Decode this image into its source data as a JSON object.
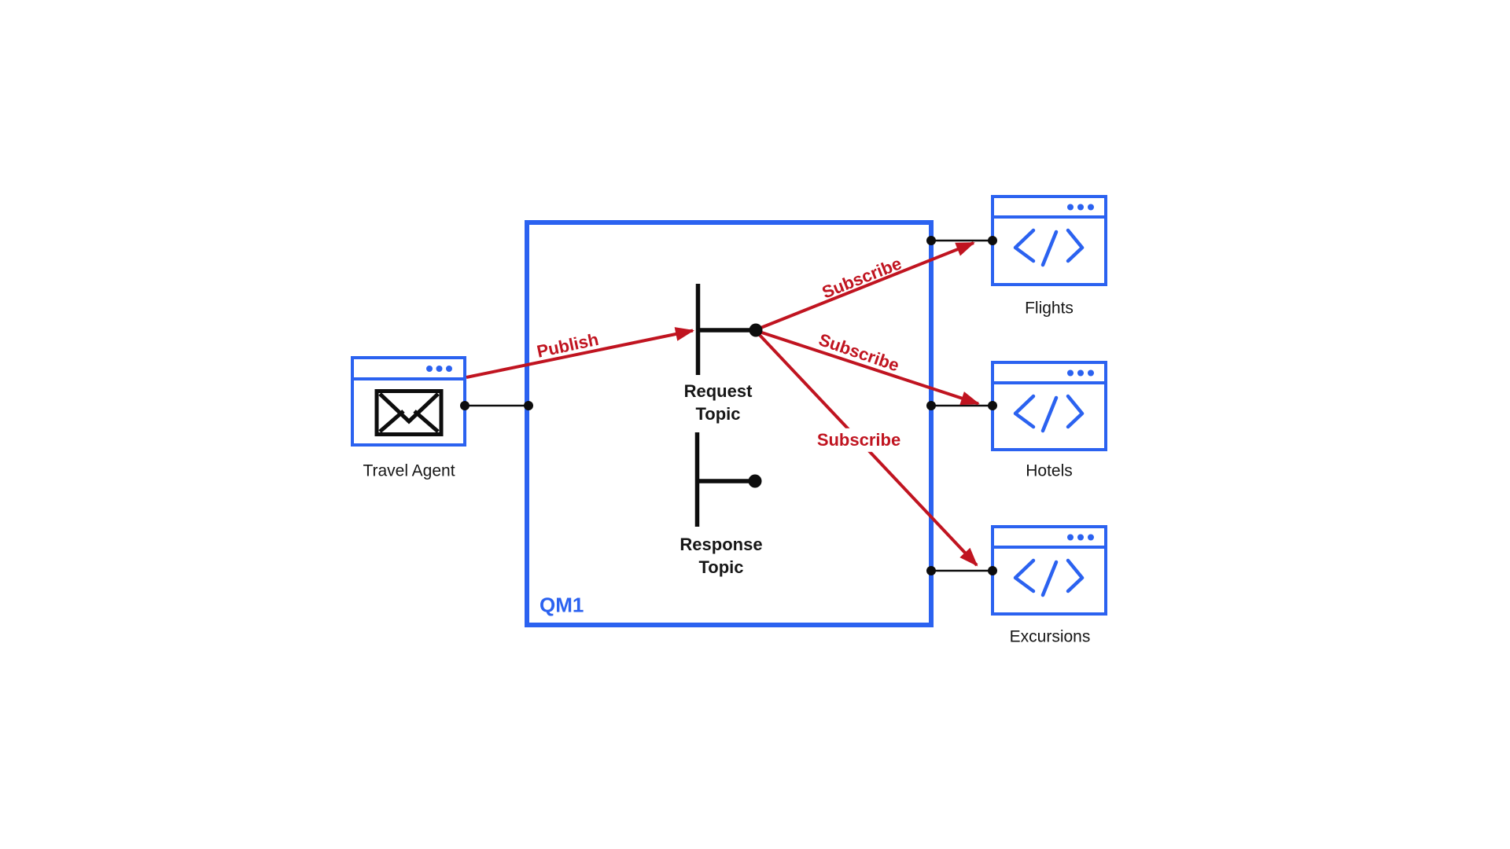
{
  "diagram": {
    "title_context": "Publish/subscribe topology",
    "queue_manager": {
      "label": "QM1"
    },
    "publisher": {
      "label": "Travel Agent",
      "icon": "envelope-icon",
      "window_icon": "ellipsis-dots-icon"
    },
    "topics": {
      "request": {
        "line1": "Request",
        "line2": "Topic"
      },
      "response": {
        "line1": "Response",
        "line2": "Topic"
      }
    },
    "subscribers": [
      {
        "label": "Flights",
        "icon": "code-icon",
        "window_icon": "ellipsis-dots-icon"
      },
      {
        "label": "Hotels",
        "icon": "code-icon",
        "window_icon": "ellipsis-dots-icon"
      },
      {
        "label": "Excursions",
        "icon": "code-icon",
        "window_icon": "ellipsis-dots-icon"
      }
    ],
    "edges": {
      "publish": "Publish",
      "subscribe": "Subscribe"
    },
    "colors": {
      "accent_blue": "#2b62f0",
      "arrow_red": "#c01420",
      "line_black": "#0d0d0d",
      "background": "#ffffff"
    }
  }
}
